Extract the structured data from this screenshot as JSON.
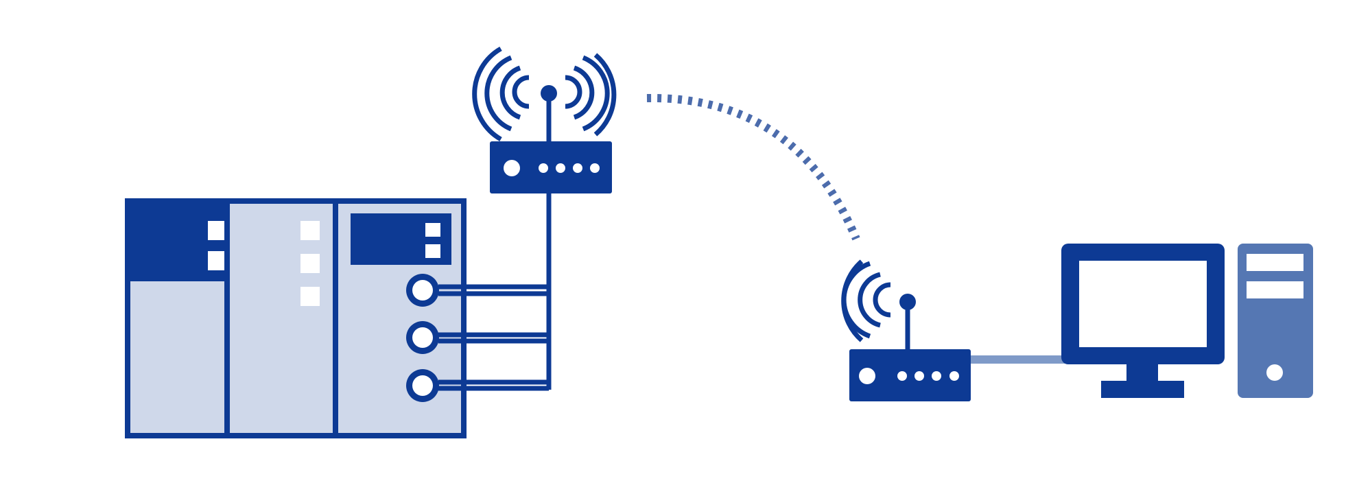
{
  "colors": {
    "dark_blue": "#0d3a94",
    "light_blue": "#cfd8ea",
    "medium_blue": "#5577b3",
    "link_blue": "#7f9ac8",
    "white": "#ffffff"
  },
  "diagram": {
    "nodes": [
      {
        "id": "plc",
        "icon": "plc-rack-icon"
      },
      {
        "id": "access_point",
        "icon": "wireless-router-icon"
      },
      {
        "id": "client_router",
        "icon": "wireless-router-icon"
      },
      {
        "id": "monitor",
        "icon": "monitor-icon"
      },
      {
        "id": "pc_tower",
        "icon": "pc-tower-icon"
      }
    ],
    "links": [
      {
        "from": "plc",
        "to": "access_point",
        "kind": "wired",
        "count": 3
      },
      {
        "from": "access_point",
        "to": "client_router",
        "kind": "wireless"
      },
      {
        "from": "client_router",
        "to": "monitor",
        "kind": "wired"
      }
    ]
  }
}
